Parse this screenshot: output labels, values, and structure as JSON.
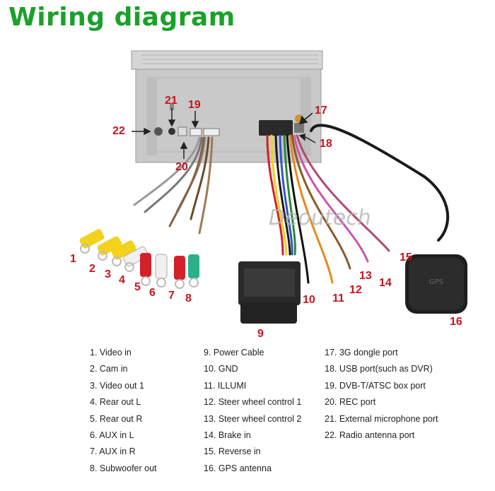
{
  "title": "Wiring diagram",
  "watermark": "Deoutech",
  "callouts": [
    "1",
    "2",
    "3",
    "4",
    "5",
    "6",
    "7",
    "8",
    "9",
    "10",
    "11",
    "12",
    "13",
    "14",
    "15",
    "16",
    "17",
    "18",
    "19",
    "20",
    "21",
    "22"
  ],
  "legend": {
    "col1": [
      "1. Video in",
      "2. Cam in",
      "3. Video out 1",
      "4. Rear out L",
      "5. Rear out R",
      "6. AUX in L",
      "7. AUX in R",
      "8. Subwoofer out"
    ],
    "col2": [
      "9. Power Cable",
      "10. GND",
      "11. ILLUMI",
      "12. Steer wheel control 1",
      "13. Steer wheel control 2",
      "14. Brake in",
      "15. Reverse in",
      "16. GPS antenna"
    ],
    "col3": [
      "17. 3G dongle port",
      "18. USB port(such as DVR)",
      "19. DVB-T/ATSC box port",
      "20. REC port",
      "21. External microphone port",
      "22. Radio antenna port"
    ]
  },
  "colors": {
    "title": "#1aa12a",
    "callout": "#c8141e"
  }
}
